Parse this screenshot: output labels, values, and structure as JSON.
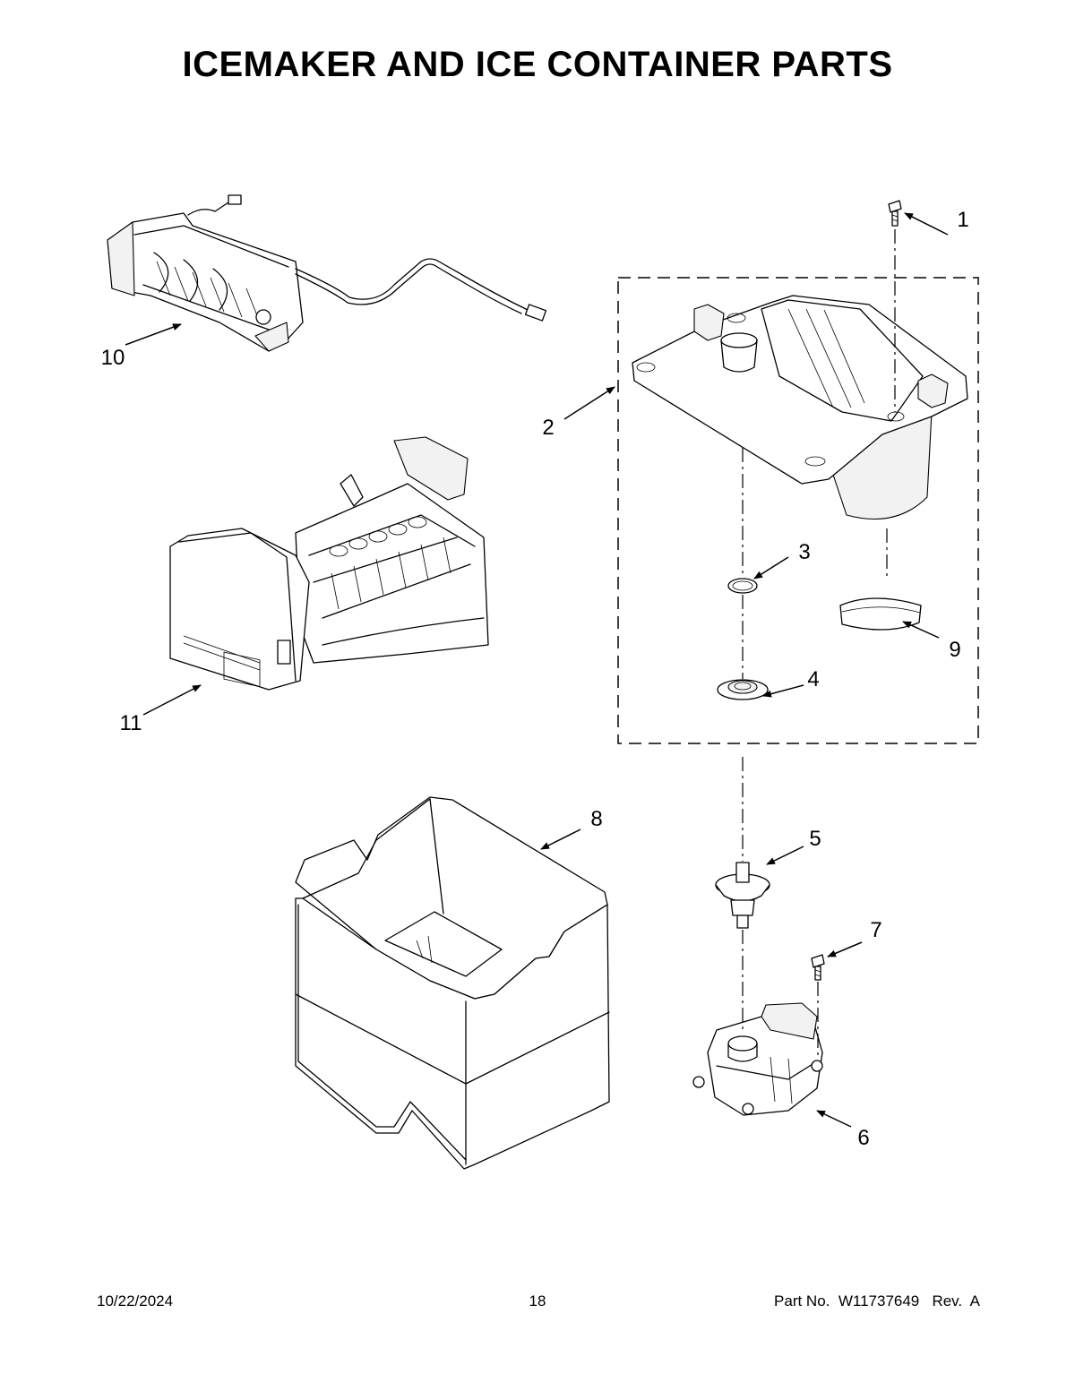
{
  "page": {
    "title": "ICEMAKER AND ICE CONTAINER PARTS"
  },
  "callouts": [
    {
      "id": "1",
      "label": "1"
    },
    {
      "id": "2",
      "label": "2"
    },
    {
      "id": "3",
      "label": "3"
    },
    {
      "id": "4",
      "label": "4"
    },
    {
      "id": "5",
      "label": "5"
    },
    {
      "id": "6",
      "label": "6"
    },
    {
      "id": "7",
      "label": "7"
    },
    {
      "id": "8",
      "label": "8"
    },
    {
      "id": "9",
      "label": "9"
    },
    {
      "id": "10",
      "label": "10"
    },
    {
      "id": "11",
      "label": "11"
    }
  ],
  "footer": {
    "date": "10/22/2024",
    "page_number": "18",
    "part_no_label": "Part No.",
    "part_no": "W11737649",
    "rev_label": "Rev.",
    "rev": "A"
  }
}
